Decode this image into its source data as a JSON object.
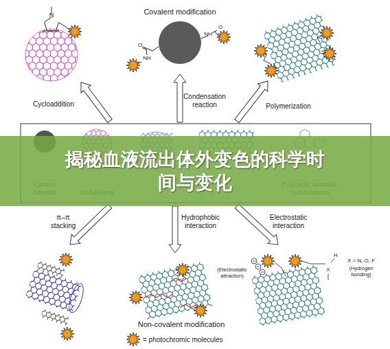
{
  "diagram": {
    "title": "揭秘血液流出体外变色的科学时间与变化",
    "nodes": [
      {
        "text": [
          "Carbon nanodot"
        ]
      },
      {
        "text": [
          "0D-fullerene"
        ]
      },
      {
        "text": [
          "Polycyclic aromatic hydrocarbons"
        ]
      }
    ],
    "labels": [
      "Covalent modification",
      "Cycloaddition",
      "Condensation reaction",
      "Polymerization",
      "π–π stacking",
      "Hydrophobic interaction",
      "Electrostatic interaction",
      "Non-covalent modification",
      "N",
      "O",
      "NH",
      "O",
      "NH",
      "(Electrostatic attraction)",
      "X",
      "H",
      "X = N, O, F",
      "(Hydrogen bonding)"
    ],
    "legend": [
      {
        "text": "= photochromic molecules"
      }
    ]
  }
}
